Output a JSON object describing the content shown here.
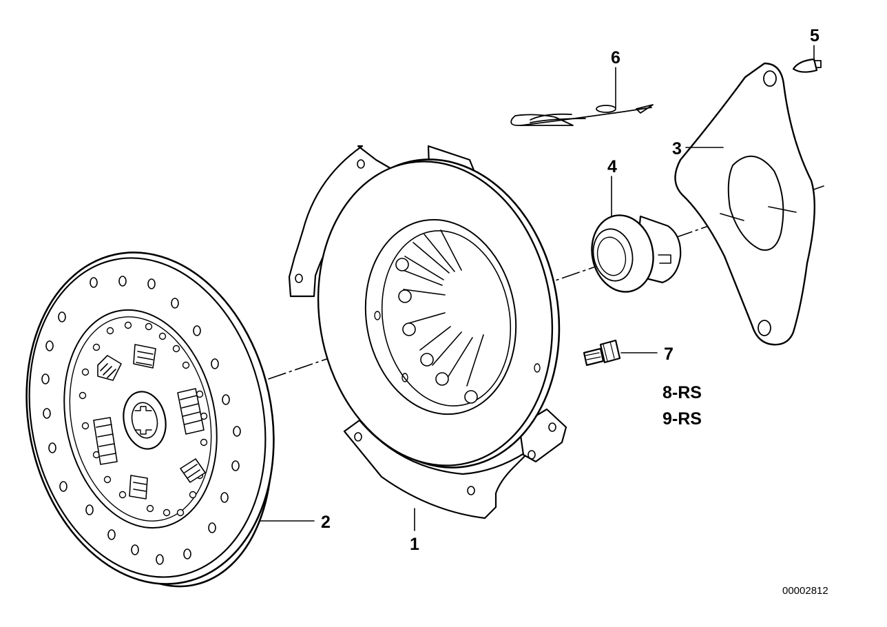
{
  "diagram": {
    "callouts": [
      {
        "id": "1",
        "label": "1",
        "part": "clutch-pressure-plate"
      },
      {
        "id": "2",
        "label": "2",
        "part": "clutch-disc"
      },
      {
        "id": "3",
        "label": "3",
        "part": "release-lever"
      },
      {
        "id": "4",
        "label": "4",
        "part": "release-bearing"
      },
      {
        "id": "5",
        "label": "5",
        "part": "ball-pin"
      },
      {
        "id": "6",
        "label": "6",
        "part": "retaining-spring"
      },
      {
        "id": "7",
        "label": "7",
        "part": "bolt"
      }
    ],
    "notes": [
      "8-RS",
      "9-RS"
    ],
    "drawing_id": "00002812"
  }
}
